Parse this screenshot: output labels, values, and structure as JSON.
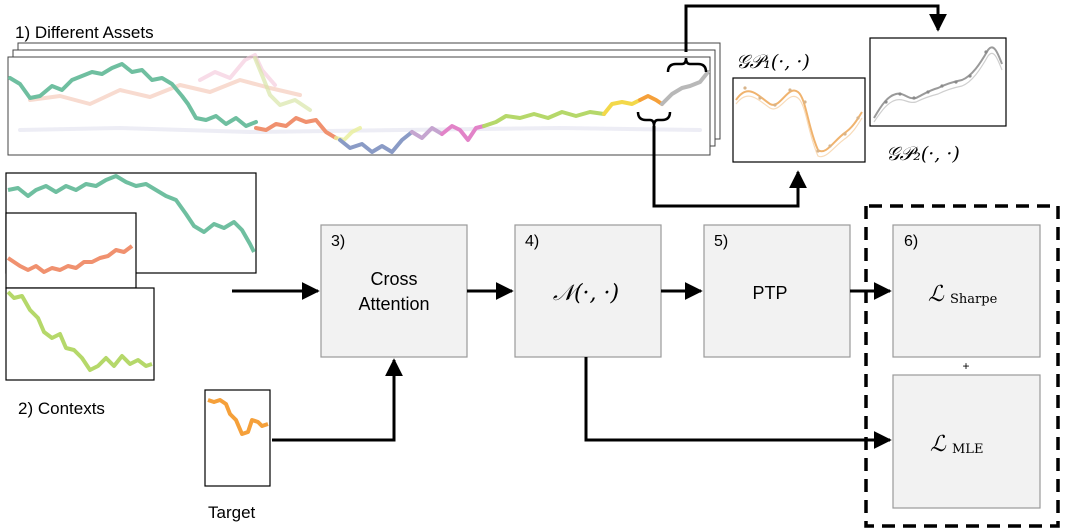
{
  "assets_label": "1)  Different Assets",
  "contexts_label": "2)  Contexts",
  "target_label": "Target",
  "gp1_label": "𝒢𝒫₁(·, ·)",
  "gp2_label": "𝒢𝒫₂(·, ·)",
  "blocks": {
    "cross_attention": {
      "num": "3)",
      "line1": "Cross",
      "line2": "Attention"
    },
    "normal": {
      "num": "4)",
      "text": "𝒩(·, ·)"
    },
    "ptp": {
      "num": "5)",
      "text": "PTP"
    },
    "loss": {
      "num": "6)",
      "sharpe": "ℒ",
      "sharpe_sub": "Sharpe",
      "plus": "+",
      "mle": "ℒ",
      "mle_sub": "MLE"
    }
  },
  "colors": {
    "teal": "#6fbfa0",
    "salmon": "#f0916f",
    "lime": "#b5d86a",
    "orange": "#f5a03a",
    "gp1": "#f0b36e",
    "gp2": "#9a9a9a",
    "blue": "#8a9bc6",
    "pink": "#e283c8",
    "yellow": "#f3d84a",
    "box_fill": "#f2f2f2",
    "box_stroke": "#9a9a9a"
  }
}
